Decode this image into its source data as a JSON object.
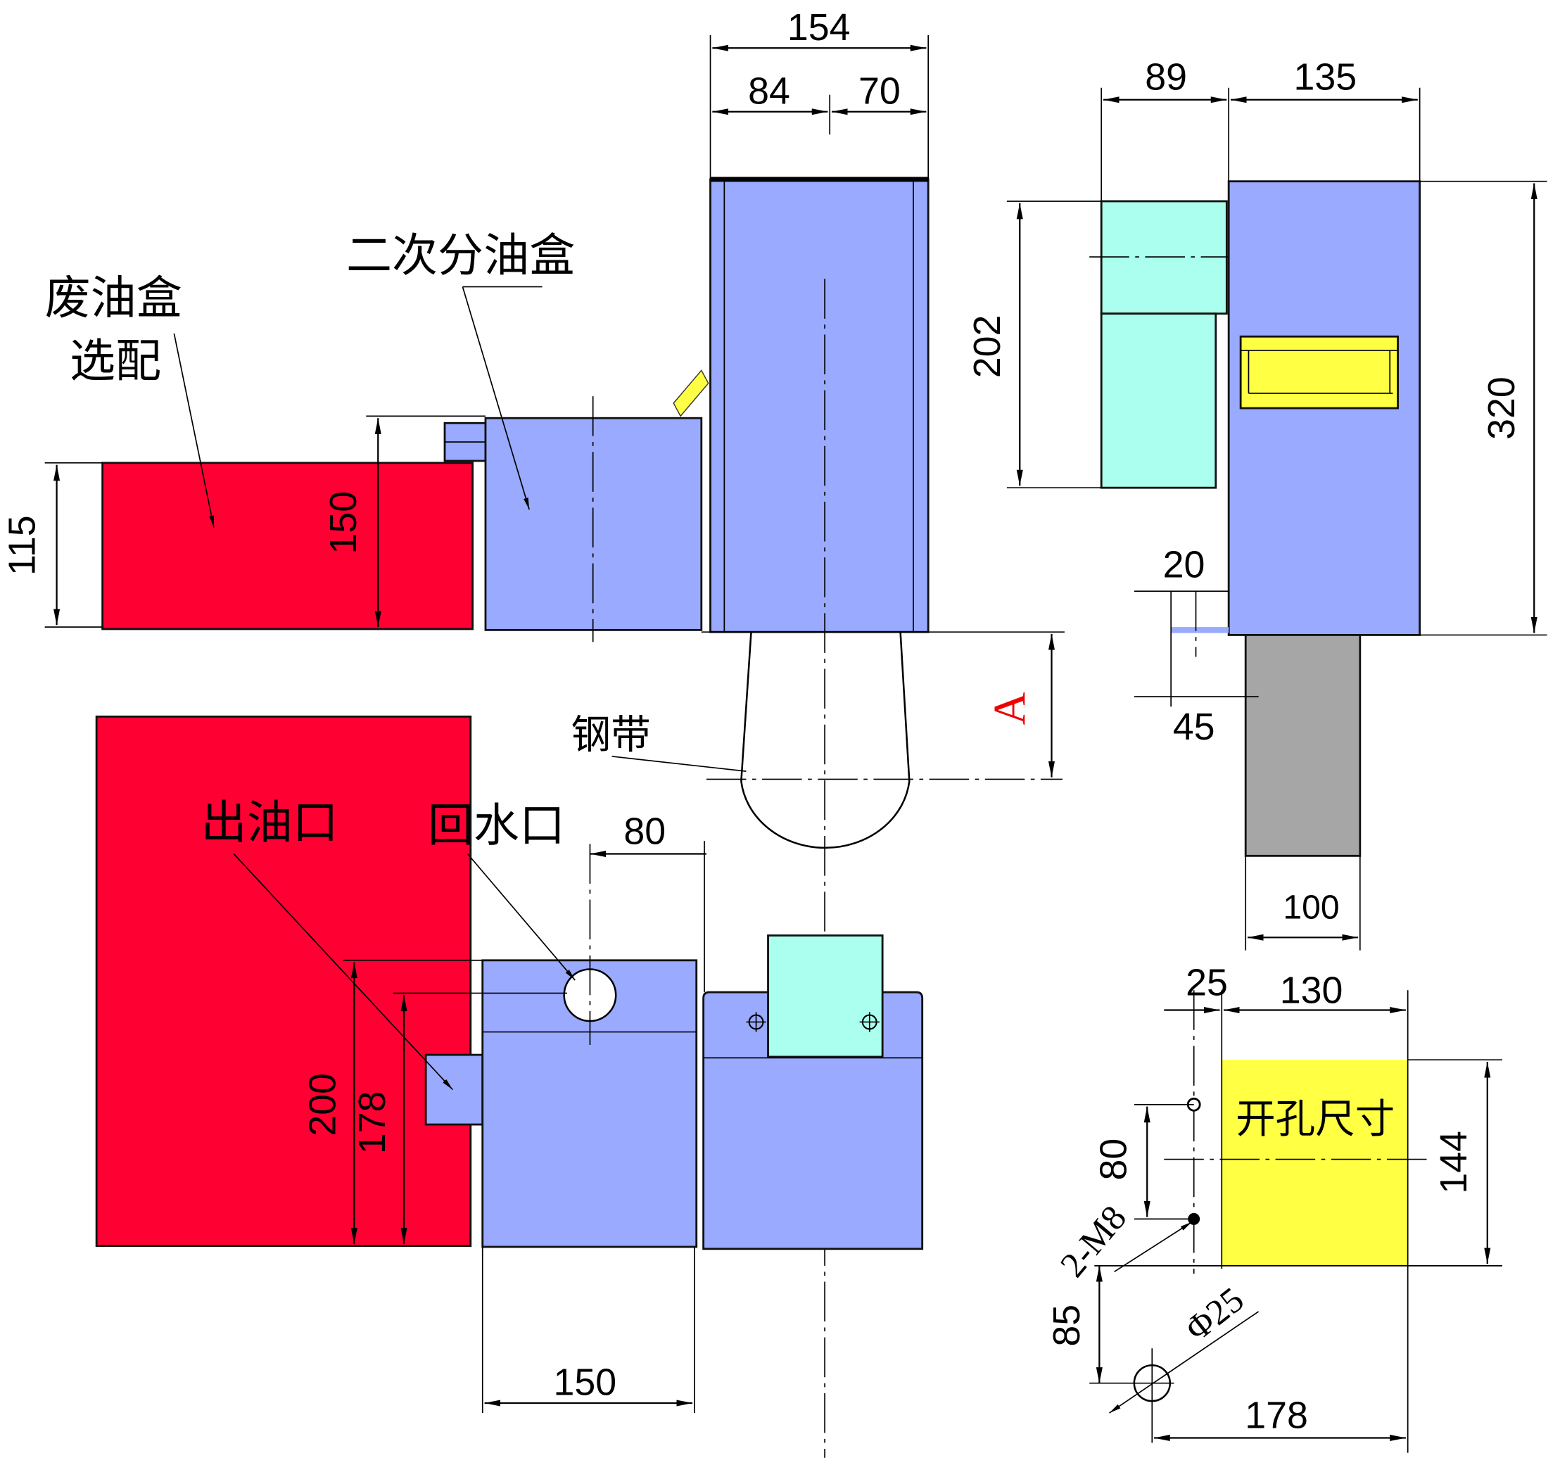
{
  "colors": {
    "red": "#ff0033",
    "blue": "#99aaff",
    "cyan": "#aaffee",
    "yellow": "#ffff44",
    "gray": "#a6a6a6"
  },
  "labels": {
    "secondary_oil_box": "二次分油盒",
    "waste_oil_box": "废油盒",
    "optional": "选配",
    "steel_band": "钢带",
    "oil_outlet": "出油口",
    "water_return": "回水口",
    "cutout_size": "开孔尺寸",
    "section_A": "A"
  },
  "dimensions": {
    "d154": "154",
    "d84": "84",
    "d70": "70",
    "d89": "89",
    "d135": "135",
    "d202": "202",
    "d320": "320",
    "d115": "115",
    "d150_v": "150",
    "d20": "20",
    "d45": "45",
    "d80_top": "80",
    "d100": "100",
    "d25": "25",
    "d130": "130",
    "d144": "144",
    "d80_v": "80",
    "m8": "2-M8",
    "d85": "85",
    "phi25": "Φ25",
    "d178_h": "178",
    "d200": "200",
    "d178_v": "178",
    "d150_h": "150"
  }
}
